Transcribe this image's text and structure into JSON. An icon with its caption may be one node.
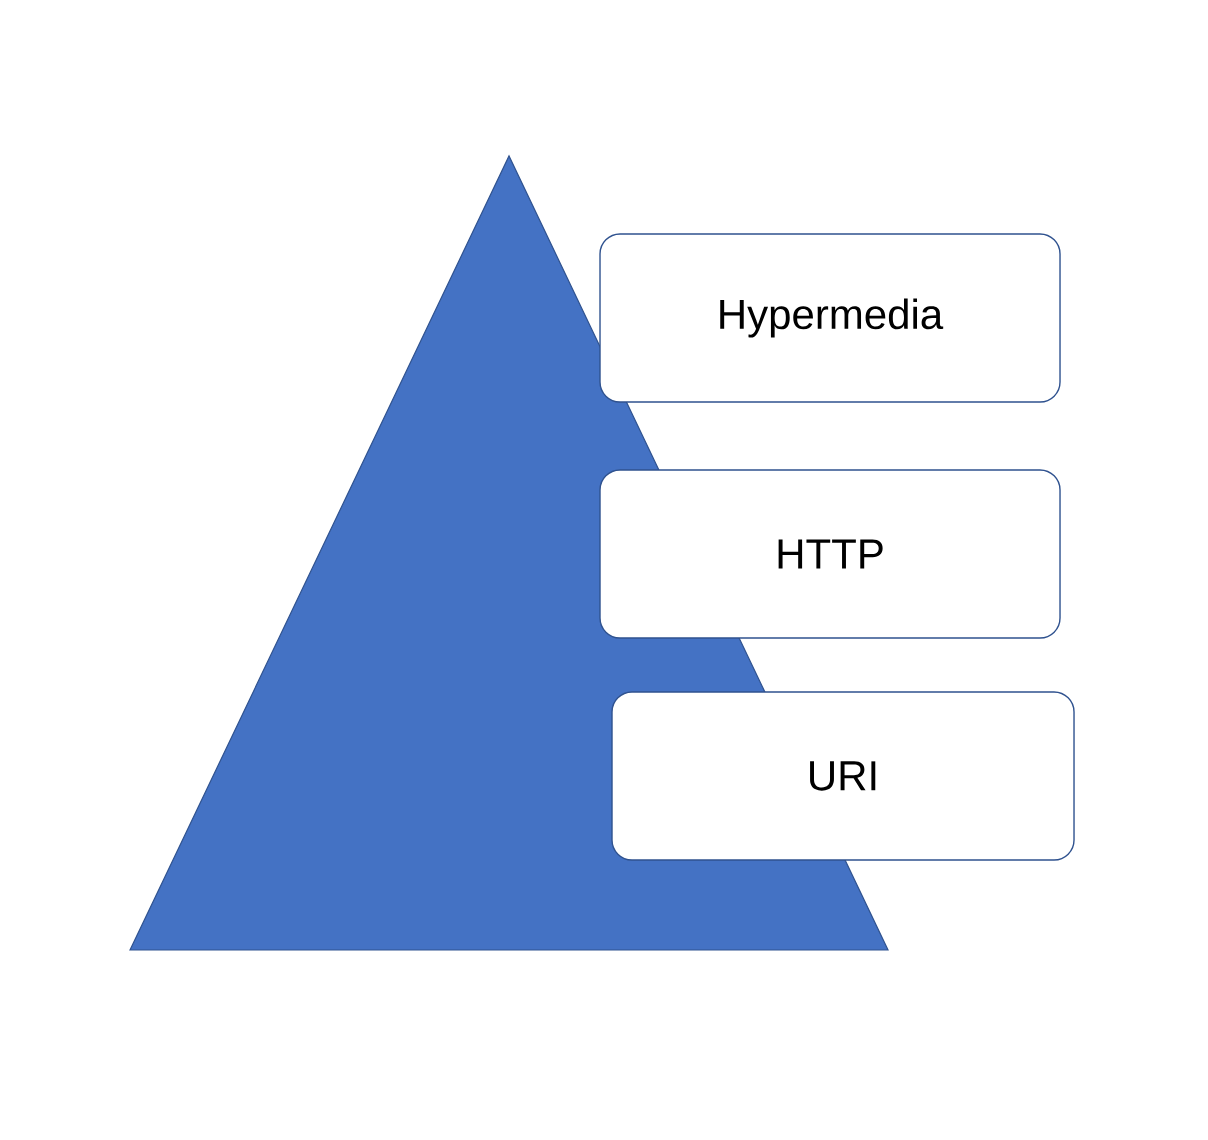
{
  "diagram": {
    "nodes": [
      {
        "text": [],
        "shape": "triangle"
      },
      {
        "text": [
          "Hypermedia"
        ]
      },
      {
        "text": [
          "HTTP"
        ]
      },
      {
        "text": [
          "URI"
        ]
      }
    ]
  }
}
